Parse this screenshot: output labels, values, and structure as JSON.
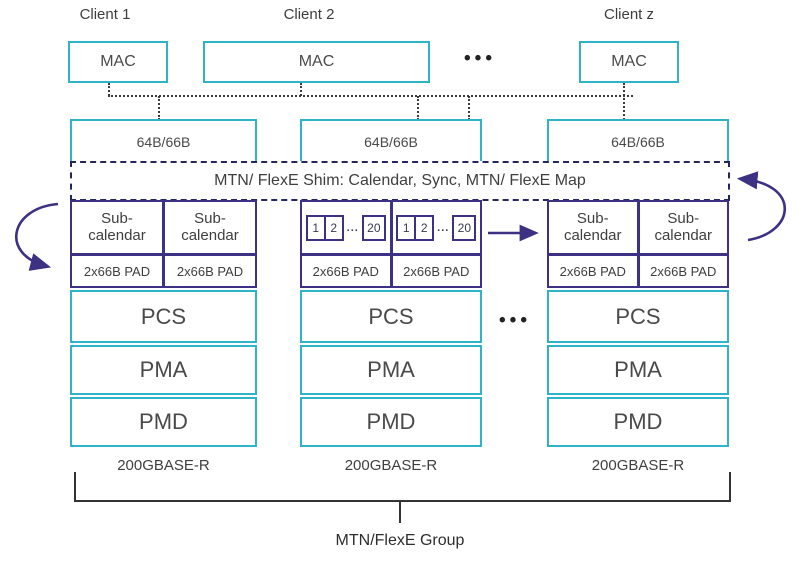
{
  "clients": {
    "c1": "Client 1",
    "c2": "Client 2",
    "cz": "Client z"
  },
  "mac_label": "MAC",
  "top_ellipsis": "•••",
  "stack": {
    "encoding": "64B/66B",
    "shim": "MTN/ FlexE Shim: Calendar, Sync, MTN/ FlexE Map",
    "sub_calendar_line1": "Sub-",
    "sub_calendar_line2": "calendar",
    "pad": "2x66B PAD",
    "slots": {
      "s1": "1",
      "s2": "2",
      "dots": "...",
      "s20": "20"
    },
    "pcs": "PCS",
    "pma": "PMA",
    "pmd": "PMD",
    "phy": "200GBASE-R",
    "mid_ellipsis": "•••"
  },
  "group_label": "MTN/FlexE Group",
  "colors": {
    "cyan": "#2fb4c7",
    "indigo": "#3d3184",
    "line": "#3a3a3a",
    "text": "#3d3d3d",
    "shim_border": "#26265e"
  }
}
